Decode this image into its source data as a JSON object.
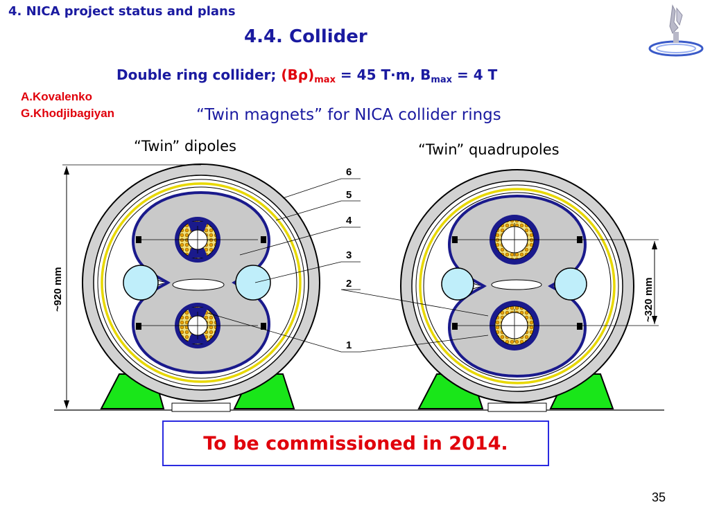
{
  "header": {
    "section": "4. NICA project status and plans",
    "title": "4.4. Collider"
  },
  "subtitle": {
    "lead": "Double ring collider;",
    "brho_prefix": "(B",
    "rho": "ρ",
    "brho_suffix": ")",
    "max_sub_1": "max",
    "eq_1": " = 45 T",
    "dot": "·",
    "unit_m": "m, B",
    "max_sub_2": "max",
    "eq_2": " = 4 T"
  },
  "authors": [
    "A.Kovalenko",
    "G.Khodjibagiyan"
  ],
  "diagram": {
    "title": "“Twin magnets” for NICA collider rings",
    "left_label": "“Twin” dipoles",
    "right_label": "“Twin” quadrupoles",
    "part_numbers": [
      "6",
      "5",
      "4",
      "3",
      "2",
      "1"
    ],
    "dim_left": "~920 mm",
    "dim_right": "~320 mm",
    "colors": {
      "yoke_gray": "#c9c9c9",
      "outline_blue": "#1a1a8c",
      "coil_orange": "#e8a000",
      "coil_yellow": "#f3e27a",
      "cryostat_yellow": "#e8d800",
      "support_green": "#19e619",
      "pipe_cyan": "#bfeefa"
    }
  },
  "footer": {
    "commission": "To be commissioned in 2014.",
    "page": "35"
  }
}
